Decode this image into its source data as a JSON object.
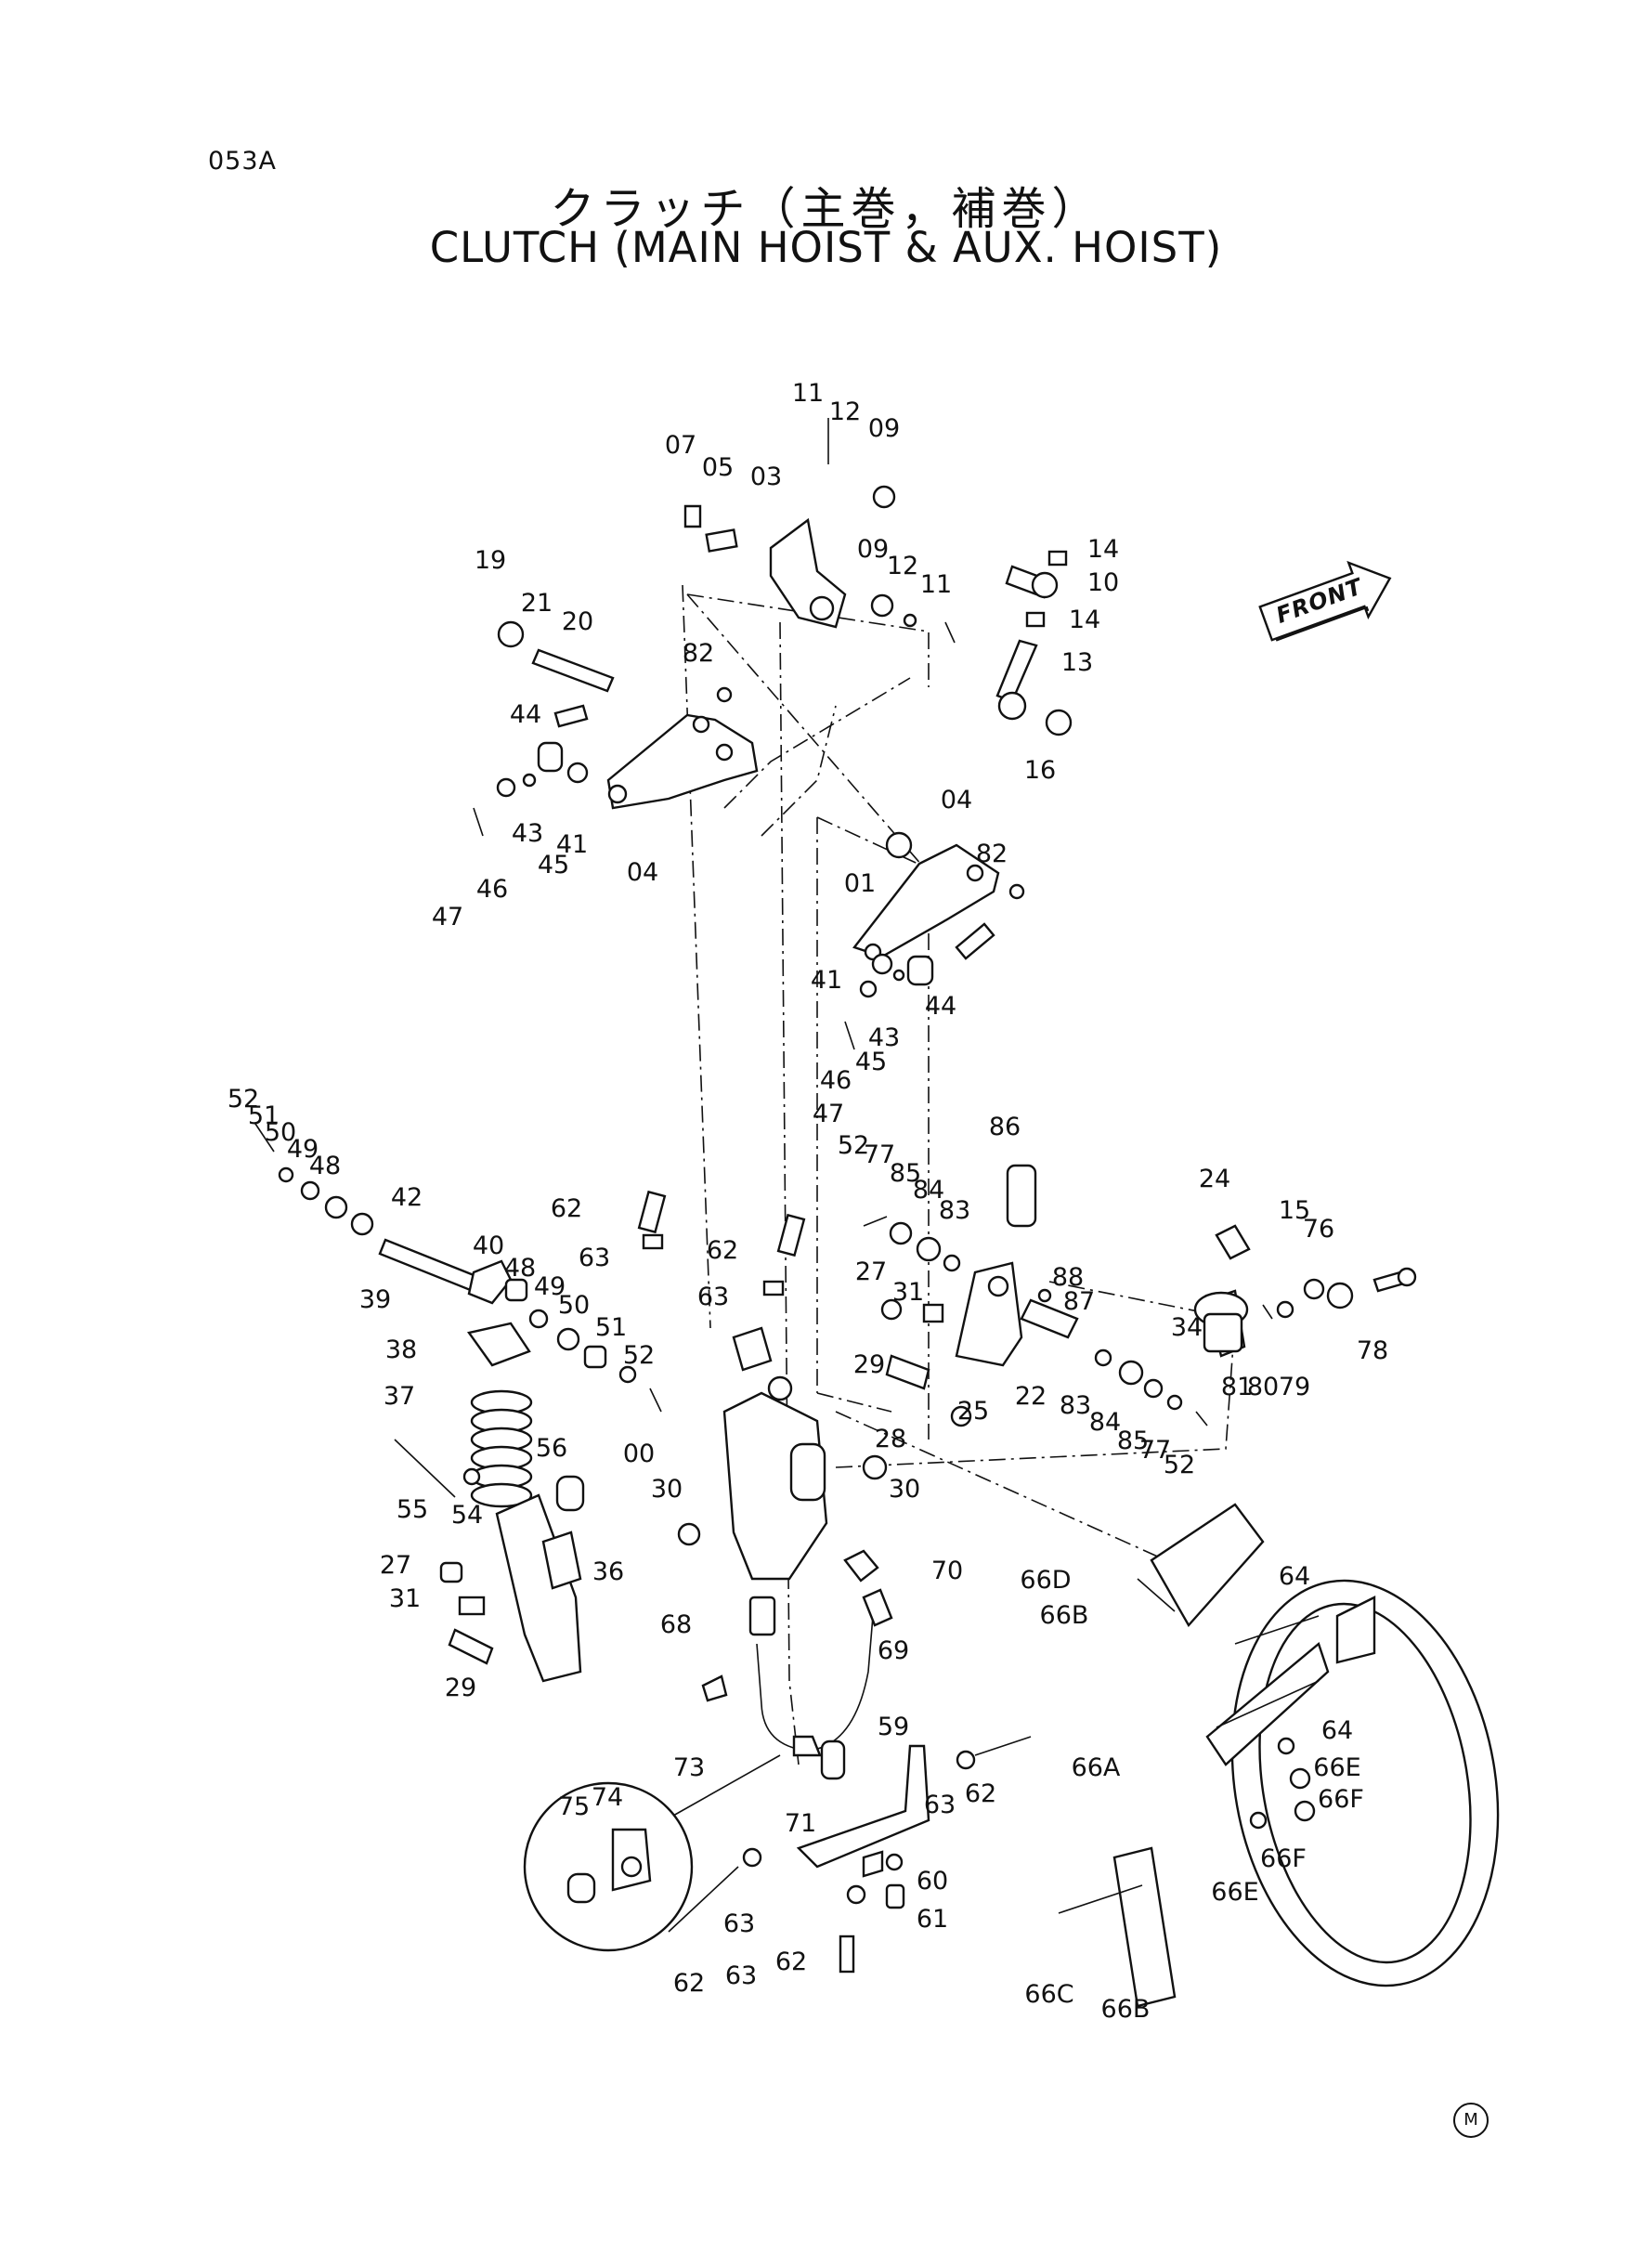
{
  "header": {
    "code": "053A",
    "title_jp": "クラッチ（主巻，補巻）",
    "title_en": "CLUTCH  (MAIN  HOIST & AUX. HOIST)"
  },
  "front_arrow": {
    "label": "FRONT"
  },
  "mark": {
    "label": "M"
  },
  "callouts": [
    "11",
    "12",
    "09",
    "07",
    "05",
    "03",
    "09",
    "12",
    "11",
    "14",
    "10",
    "14",
    "13",
    "16",
    "19",
    "21",
    "20",
    "82",
    "44",
    "04",
    "43",
    "41",
    "45",
    "46",
    "47",
    "04",
    "01",
    "82",
    "41",
    "44",
    "43",
    "46",
    "45",
    "47",
    "52",
    "51",
    "50",
    "49",
    "48",
    "42",
    "62",
    "63",
    "40",
    "48",
    "49",
    "50",
    "51",
    "52",
    "39",
    "38",
    "37",
    "86",
    "52",
    "77",
    "85",
    "84",
    "83",
    "62",
    "63",
    "27",
    "31",
    "88",
    "87",
    "24",
    "15",
    "76",
    "78",
    "34",
    "81",
    "80",
    "79",
    "29",
    "22",
    "83",
    "84",
    "85",
    "77",
    "52",
    "25",
    "28",
    "56",
    "55",
    "54",
    "00",
    "30",
    "30",
    "36",
    "27",
    "31",
    "29",
    "70",
    "68",
    "69",
    "66D",
    "64",
    "66B",
    "73",
    "59",
    "66A",
    "71",
    "63",
    "62",
    "74",
    "75",
    "64",
    "66E",
    "66F",
    "60",
    "63",
    "61",
    "62",
    "63",
    "62",
    "66F",
    "66E",
    "66C",
    "66B"
  ]
}
